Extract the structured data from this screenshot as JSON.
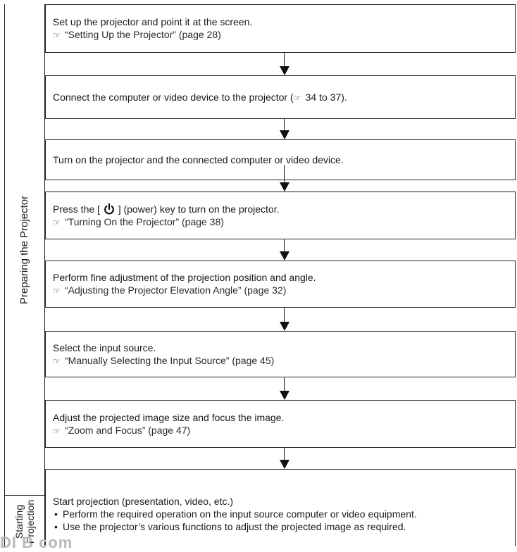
{
  "side_labels": {
    "preparing": "Preparing the Projector",
    "starting": "Starting\nProjection"
  },
  "steps": [
    {
      "text": "Set up the projector and point it at the screen.",
      "ref": "“Setting Up the Projector” (page 28)"
    },
    {
      "text_before": "Connect the computer or video device to the projector (",
      "inline_ref": "34 to 37",
      "text_after": ")."
    },
    {
      "text": "Turn on the projector and the connected computer or video device."
    },
    {
      "text_before": "Press the [ ",
      "text_after": " ] (power) key to turn on the projector.",
      "icon": "power-icon",
      "ref": "“Turning On the Projector” (page 38)"
    },
    {
      "text": "Perform fine adjustment of the projection position and angle.",
      "ref": "“Adjusting the Projector Elevation Angle” (page 32)"
    },
    {
      "text": "Select the input source.",
      "ref": "“Manually Selecting the Input Source” (page 45)"
    },
    {
      "text": "Adjust the projected image size and focus the image.",
      "ref": "“Zoom and Focus” (page 47)"
    },
    {
      "text": "Start projection (presentation, video, etc.)",
      "bullets": [
        "Perform the required operation on the input source computer or video equipment.",
        "Use the projector’s various functions to adjust the projected image as required."
      ]
    }
  ],
  "ref_symbol": "☞",
  "watermark": "DI B com"
}
